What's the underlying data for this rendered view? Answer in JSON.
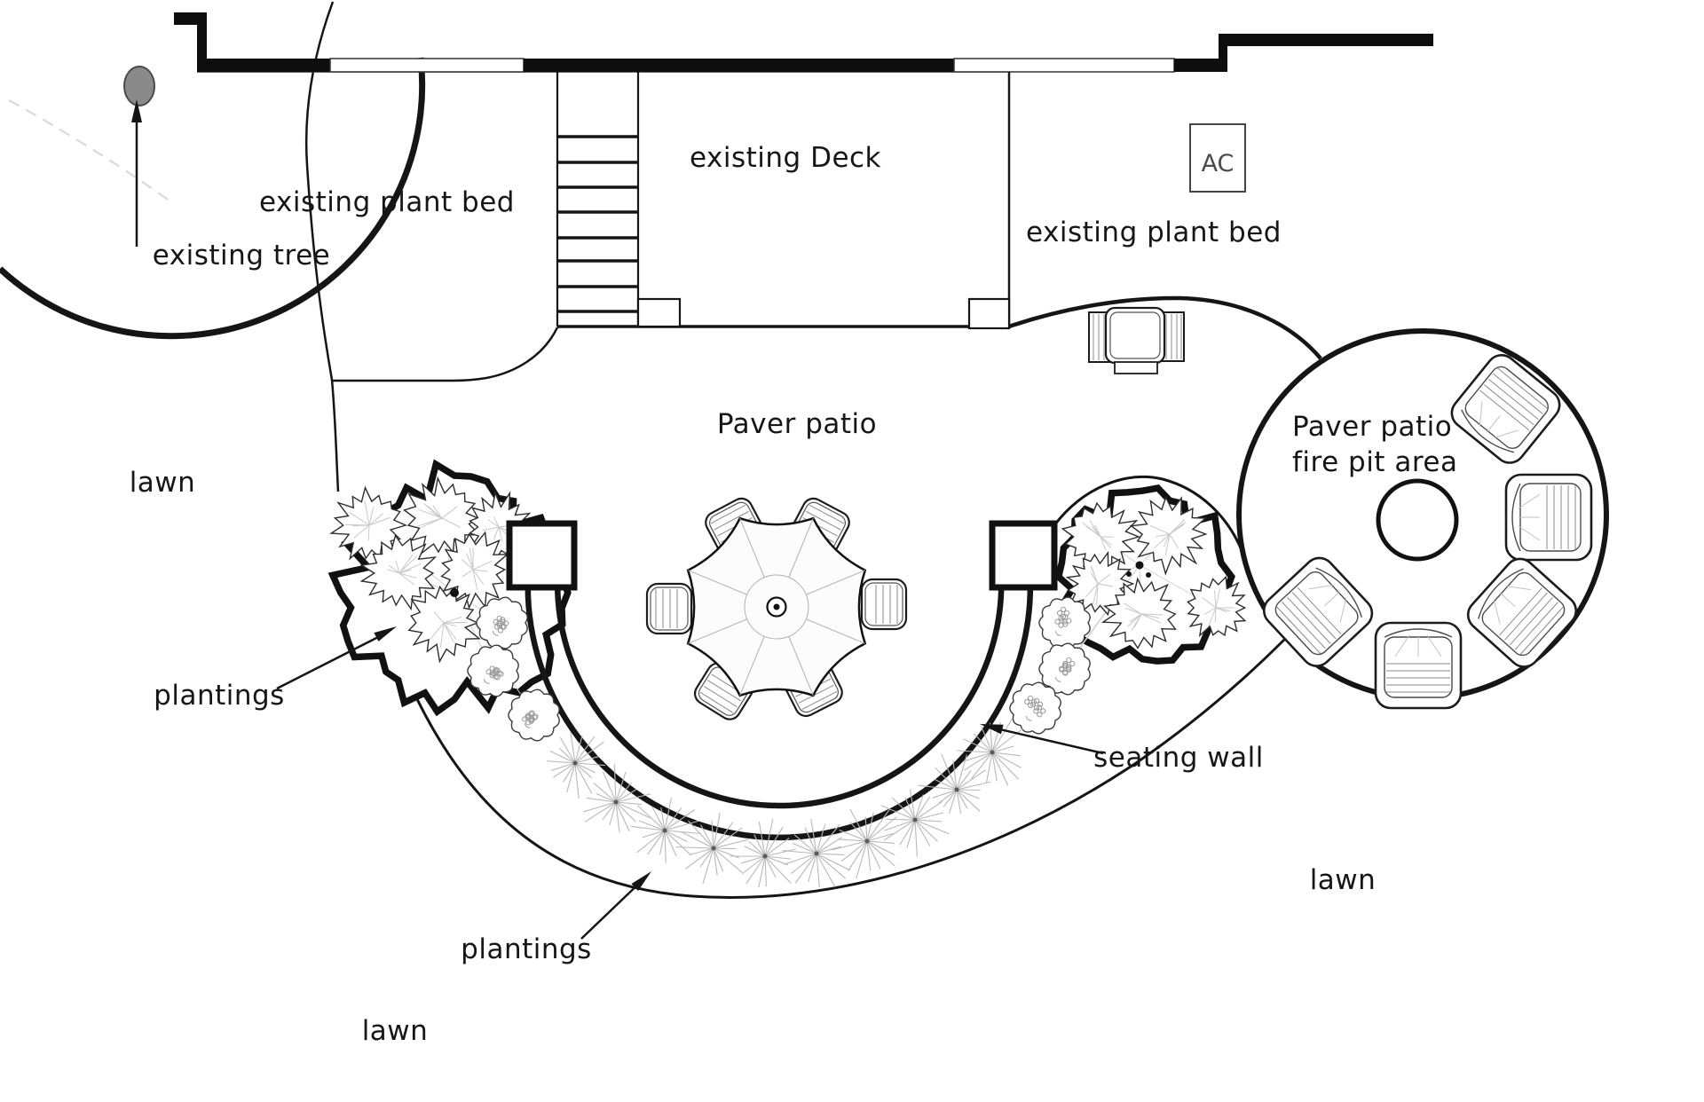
{
  "plan_title": "backyard paver patio landscape plan",
  "labels": {
    "existing_deck": "existing Deck",
    "existing_plant_bed_left": "existing plant bed",
    "existing_plant_bed_right": "existing plant bed",
    "existing_tree": "existing tree",
    "paver_patio": "Paver patio",
    "fire_pit_area_line1": "Paver patio",
    "fire_pit_area_line2": "fire pit area",
    "seating_wall": "seating wall",
    "plantings_upper": "plantings",
    "plantings_lower": "plantings",
    "lawn_left": "lawn",
    "lawn_bottom": "lawn",
    "lawn_right": "lawn",
    "ac_unit": "AC"
  },
  "plan_items": {
    "stair_treads": 8,
    "deck_posts": 2,
    "dining_chairs": 6,
    "fire_pit_chairs": 5,
    "patio_bench": 1,
    "seating_wall_pillars": 2,
    "shrubs_left_bed": 6,
    "shrubs_right_bed": 5,
    "flower_clusters": 6,
    "ornamental_grasses": 10,
    "fire_pit": 1,
    "umbrella_table": 1
  },
  "colors": {
    "line": "#151515",
    "background": "#ffffff",
    "tree_trunk": "#8a8a8a",
    "detail_gray": "#b8b8b8"
  }
}
